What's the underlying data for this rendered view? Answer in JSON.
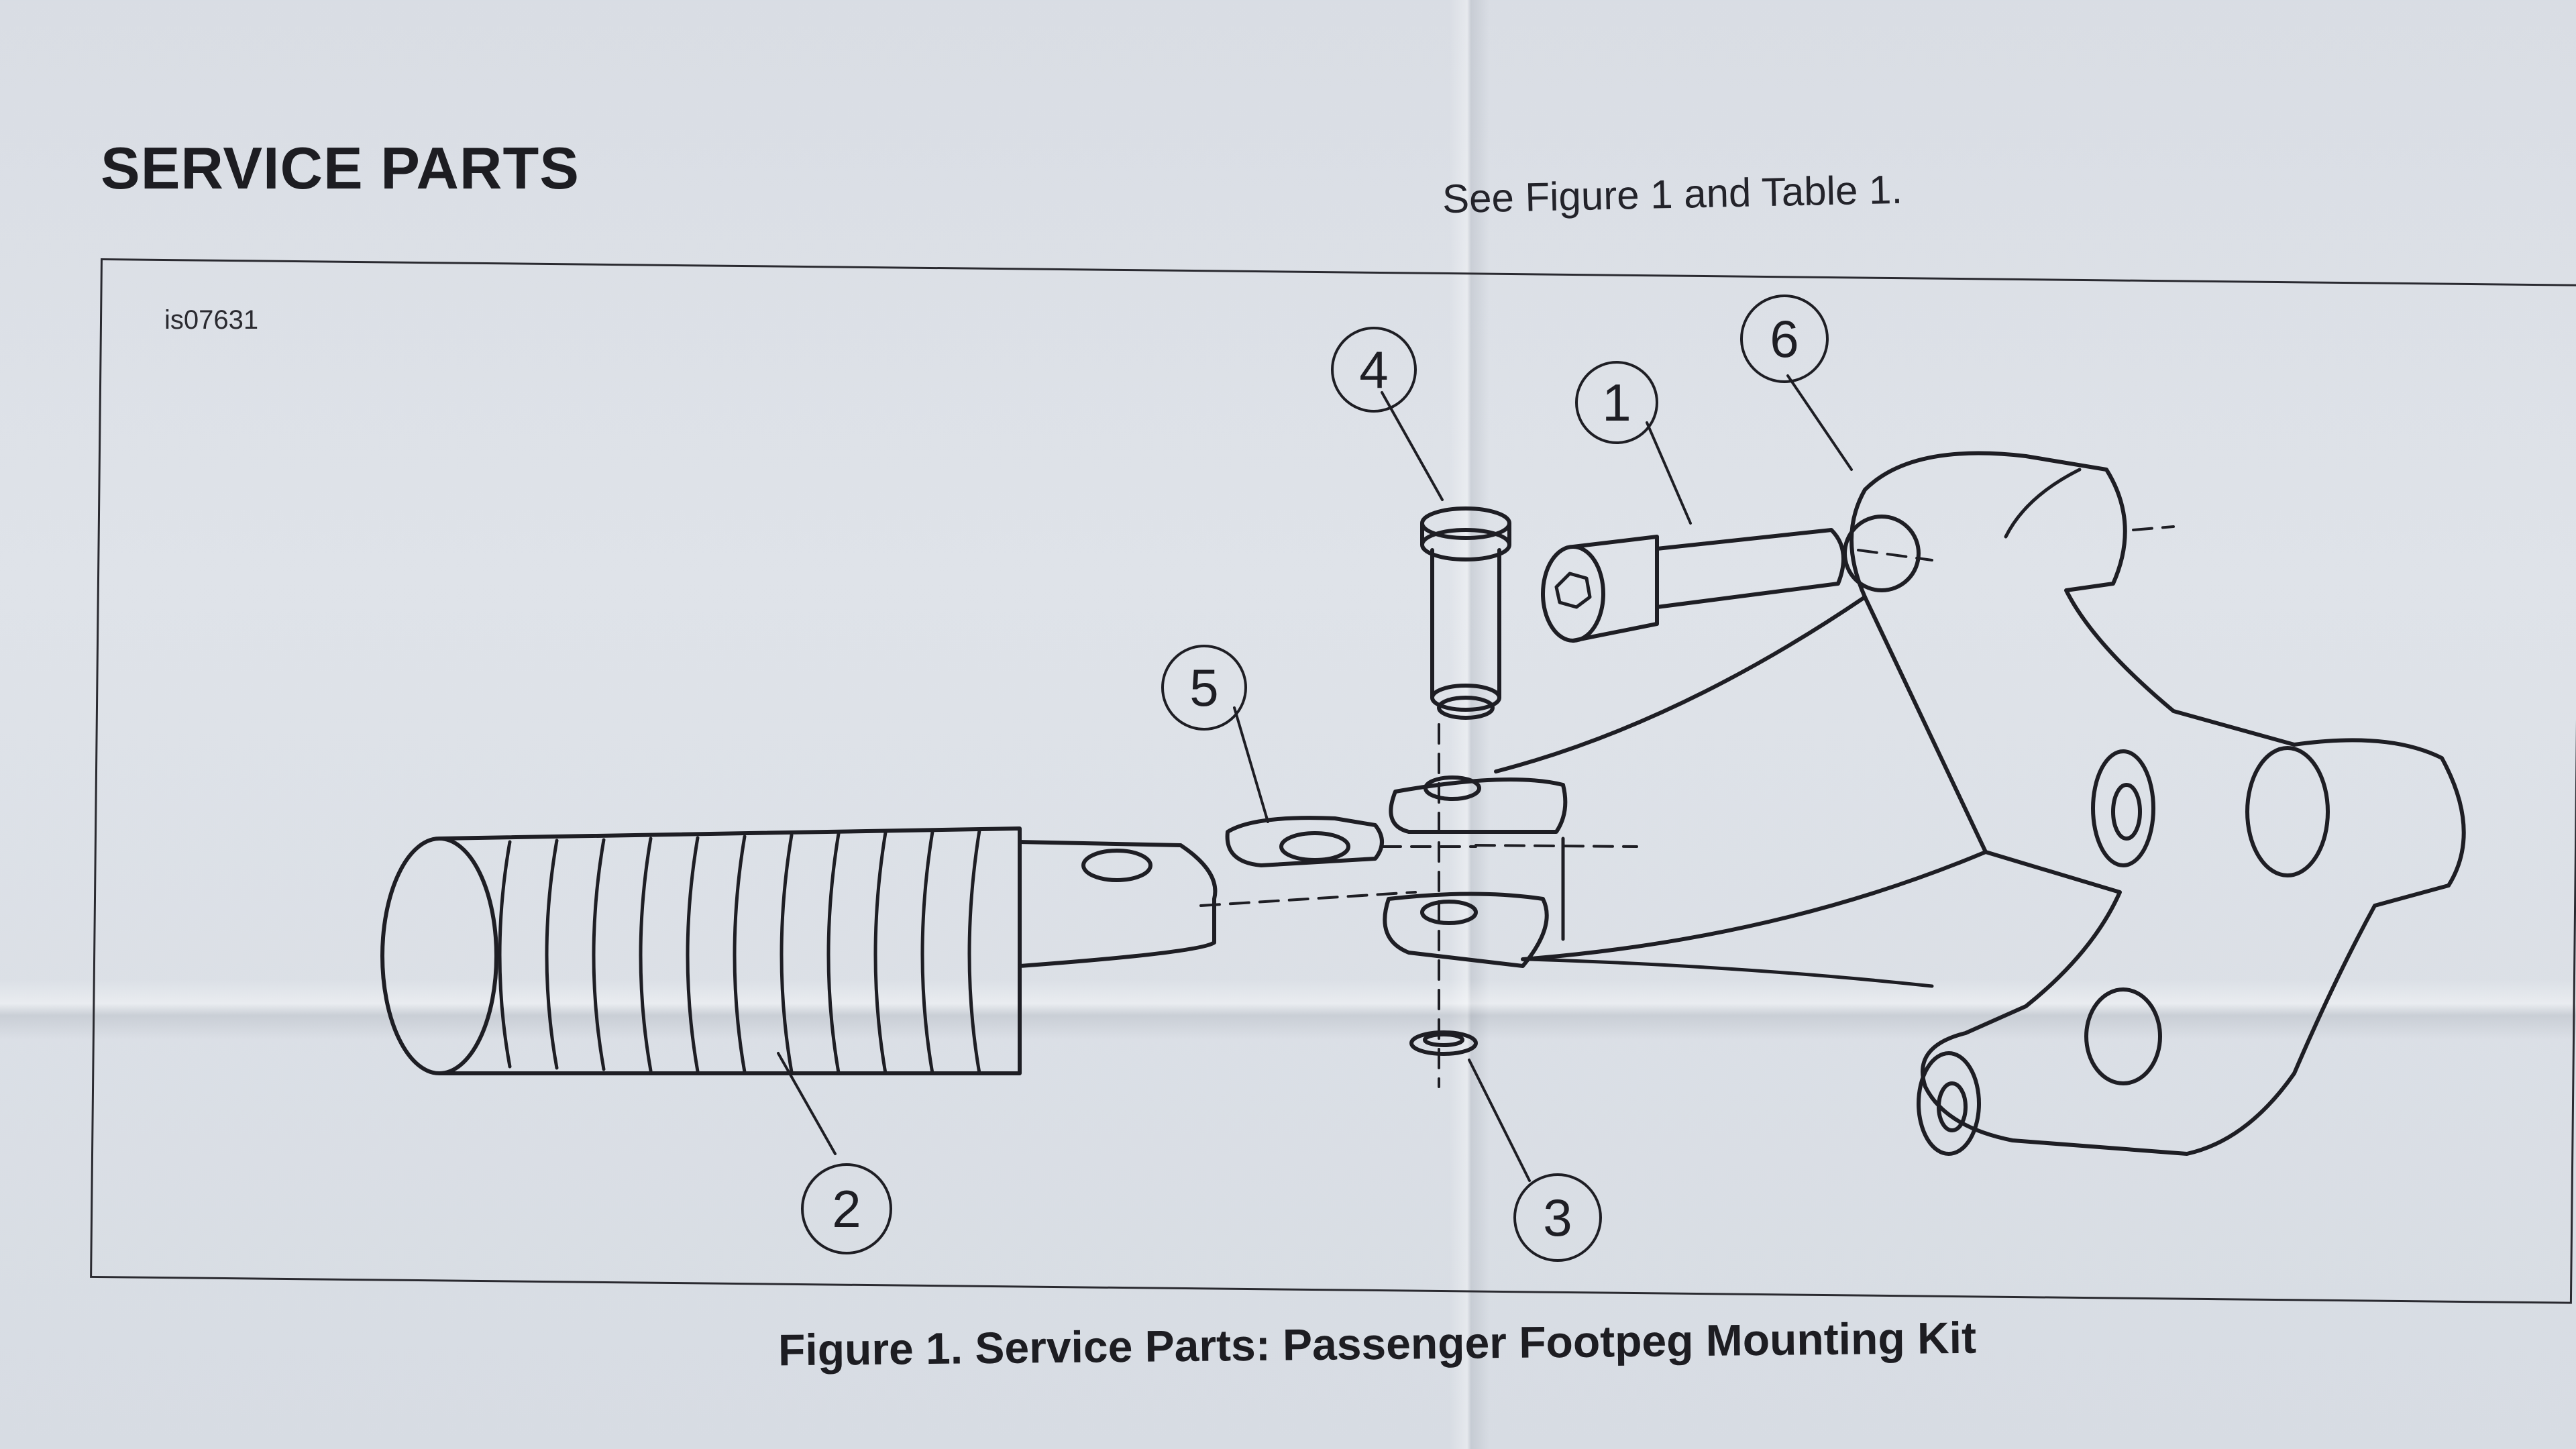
{
  "document": {
    "heading": "SERVICE PARTS",
    "reference_note": "See Figure 1 and Table 1.",
    "figure_id": "is07631",
    "caption": "Figure 1. Service Parts: Passenger Footpeg Mounting Kit"
  },
  "callouts": [
    {
      "label": "1",
      "part": "socket-head-bolt"
    },
    {
      "label": "2",
      "part": "footpeg"
    },
    {
      "label": "3",
      "part": "retaining-clip"
    },
    {
      "label": "4",
      "part": "clevis-pin"
    },
    {
      "label": "5",
      "part": "detent-plate"
    },
    {
      "label": "6",
      "part": "footpeg-mount-bracket"
    }
  ]
}
